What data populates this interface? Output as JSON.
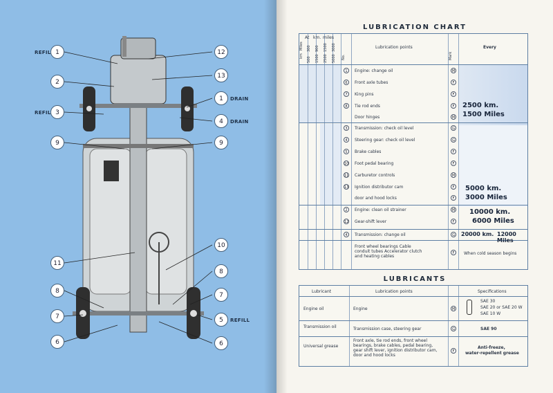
{
  "left": {
    "callouts": [
      {
        "num": "1",
        "side": "REFILL"
      },
      {
        "num": "2",
        "side": ""
      },
      {
        "num": "3",
        "side": "REFILL"
      },
      {
        "num": "9",
        "side": ""
      },
      {
        "num": "12",
        "side": ""
      },
      {
        "num": "13",
        "side": ""
      },
      {
        "num": "1",
        "side": "DRAIN"
      },
      {
        "num": "4",
        "side": "DRAIN"
      },
      {
        "num": "9",
        "side": ""
      },
      {
        "num": "10",
        "side": ""
      },
      {
        "num": "11",
        "side": ""
      },
      {
        "num": "8",
        "side": ""
      },
      {
        "num": "8",
        "side": ""
      },
      {
        "num": "7",
        "side": ""
      },
      {
        "num": "7",
        "side": ""
      },
      {
        "num": "5",
        "side": "REFILL"
      },
      {
        "num": "6",
        "side": ""
      },
      {
        "num": "6",
        "side": ""
      }
    ]
  },
  "lubrication_chart": {
    "title": "LUBRICATION CHART",
    "header": {
      "at": "At",
      "km": "km.",
      "miles": "miles",
      "km_vert": "km",
      "miles_vert": "Miles",
      "km_cols": [
        "500",
        "1500",
        "2500",
        "5000"
      ],
      "miles_cols": [
        "300",
        "900",
        "1500",
        "3000"
      ],
      "no": "No.",
      "points": "Lubrication points",
      "mark": "Mark",
      "every": "Every"
    },
    "groups": [
      {
        "every_km": "2500 km.",
        "every_miles": "1500 Miles",
        "rows": [
          {
            "no": "1",
            "point": "Engine: change oil",
            "mark": "M"
          },
          {
            "no": "6",
            "point": "Front axle tubes",
            "mark": "F"
          },
          {
            "no": "7",
            "point": "King pins",
            "mark": "F"
          },
          {
            "no": "8",
            "point": "Tie rod ends",
            "mark": "F"
          },
          {
            "no": "",
            "point": "Door hinges",
            "mark": "M"
          }
        ]
      },
      {
        "every_km": "5000 km.",
        "every_miles": "3000 Miles",
        "rows": [
          {
            "no": "3",
            "point": "Transmission: check oil level",
            "mark": "G"
          },
          {
            "no": "4",
            "point": "Steering gear: check oil level",
            "mark": "G"
          },
          {
            "no": "5",
            "point": "Brake cables",
            "mark": "F"
          },
          {
            "no": "10",
            "point": "Foot pedal bearing",
            "mark": "F"
          },
          {
            "no": "11",
            "point": "Carburetor controls",
            "mark": "M"
          },
          {
            "no": "13",
            "point": "Ignition distributor cam",
            "mark": "F"
          },
          {
            "no": "",
            "point": "door and hood locks",
            "mark": "F"
          }
        ]
      },
      {
        "every_km": "10000 km.",
        "every_miles": "6000 Miles",
        "rows": [
          {
            "no": "2",
            "point": "Engine: clean oil strainer",
            "mark": "M"
          },
          {
            "no": "12",
            "point": "Gear-shift lever",
            "mark": "F"
          }
        ]
      },
      {
        "every_km": "20000 km.",
        "every_miles": "12000 Miles",
        "rows": [
          {
            "no": "4",
            "point": "Transmission: change oil",
            "mark": "G"
          }
        ]
      },
      {
        "every_text": "When cold season begins",
        "rows": [
          {
            "no": "",
            "point": "Front wheel bearings Cable conduit tubes Accelerator clutch and heating cables",
            "mark": "F"
          }
        ]
      }
    ]
  },
  "lubricants": {
    "title": "LUBRICANTS",
    "headers": [
      "Lubricant",
      "Lubrication points",
      "Specifications"
    ],
    "rows": [
      {
        "lubricant": "Engine oil",
        "points": "Engine",
        "mark": "M",
        "spec": [
          "SAE 30",
          "SAE 20 or SAE 20 W",
          "SAE 10 W"
        ]
      },
      {
        "lubricant": "Transmission oil",
        "points": "Transmission case, steering gear",
        "mark": "G",
        "spec": [
          "SAE 90"
        ]
      },
      {
        "lubricant": "Universal grease",
        "points": "Front axle, tie rod ends, front wheel bearings, brake cables, pedal bearing, gear shift lever, ignition distributor cam, door and hood locks",
        "mark": "F",
        "spec": [
          "Anti-freeze,",
          "water-repellent grease"
        ]
      }
    ]
  }
}
